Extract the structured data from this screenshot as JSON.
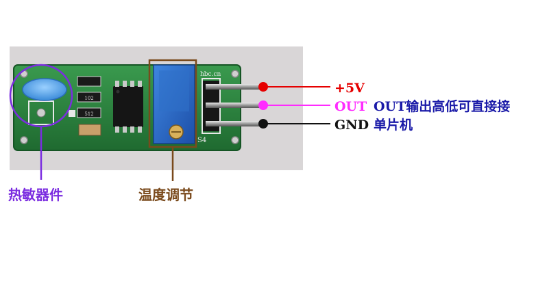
{
  "labels": {
    "thermistor": "热敏器件",
    "temp_adjust": "温度调节",
    "vcc": "+5V",
    "out": "OUT",
    "gnd": "GND",
    "out_desc_line1": "OUT输出高低可直接接",
    "out_desc_line2": "单片机"
  },
  "board": {
    "silk_site": "hbc.cn",
    "silk_ref": "S4",
    "resistor_codes": [
      "102",
      "512"
    ]
  },
  "colors": {
    "background": "#ffffff",
    "photo_bg": "#d9d6d7",
    "pcb": "#2a7a3c",
    "thermistor_circle": "#7b2de0",
    "adjust_box": "#7a4a1c",
    "vcc_wire": "#e60000",
    "out_wire": "#ff2bff",
    "gnd_wire": "#111111",
    "desc_text": "#1a1aa8",
    "thermistor_label": "#7b2de0",
    "adjust_label": "#7a4a1c"
  }
}
